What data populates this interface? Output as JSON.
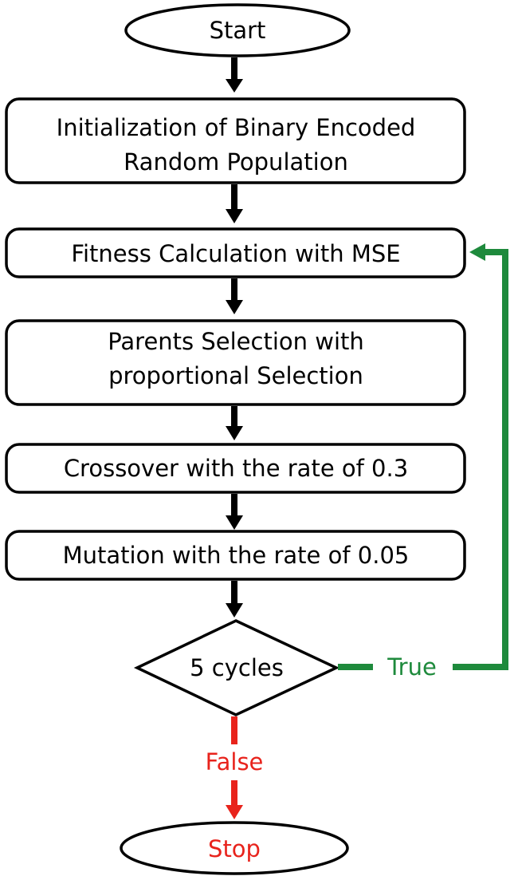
{
  "colors": {
    "stroke": "#000000",
    "true_branch": "#1e8a3c",
    "false_branch": "#e8231c"
  },
  "nodes": {
    "start": "Start",
    "init_line1": "Initialization of Binary Encoded",
    "init_line2": "Random Population",
    "fitness": "Fitness Calculation with MSE",
    "parents_line1": "Parents Selection with",
    "parents_line2": "proportional Selection",
    "crossover": "Crossover with the rate of 0.3",
    "mutation": "Mutation with the rate of 0.05",
    "decision": "5 cycles",
    "stop": "Stop"
  },
  "edges": {
    "true_label": "True",
    "false_label": "False"
  }
}
